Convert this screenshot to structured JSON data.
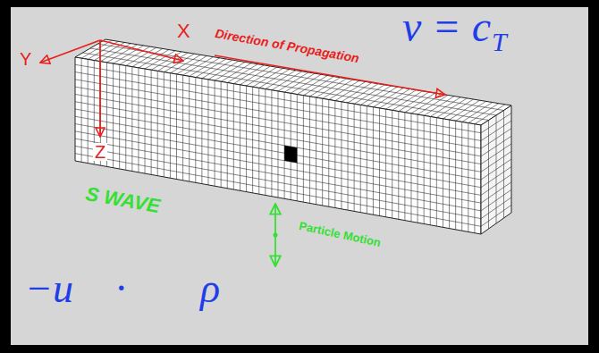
{
  "diagram": {
    "labels": [
      "X",
      "Y",
      "Z",
      "Direction of Propagation",
      "S WAVE",
      "Particle Motion",
      "v = c",
      "T",
      "−u⃗ · ∇⃗ρ"
    ]
  }
}
